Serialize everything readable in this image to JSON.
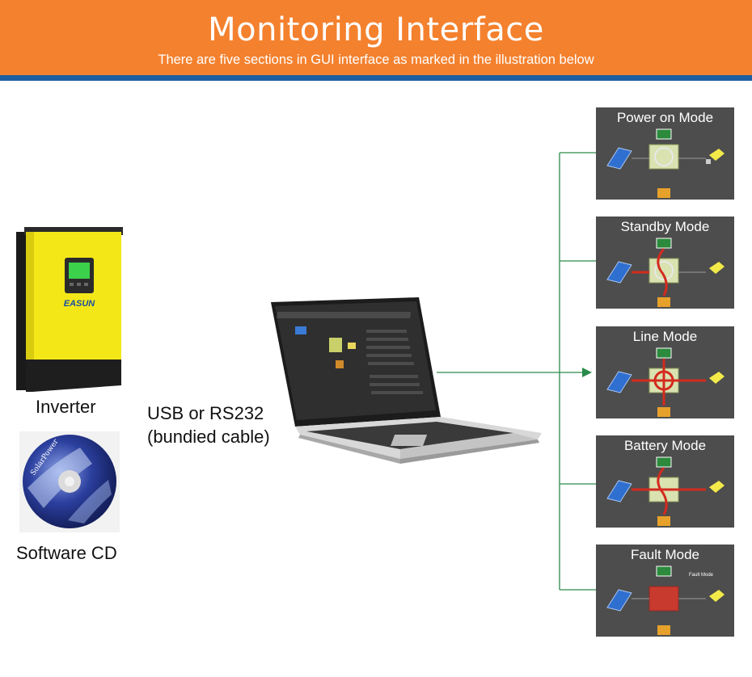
{
  "header": {
    "title": "Monitoring Interface",
    "subtitle": "There are five sections in GUI interface as marked in the illustration below",
    "bg_color": "#f4812e",
    "line_color": "#1d5fa3"
  },
  "devices": {
    "inverter_label": "Inverter",
    "inverter_brand": "EASUN",
    "cd_label": "Software CD",
    "cd_disc_text": "SolarPower",
    "cable_line1": "USB or RS232",
    "cable_line2": "(bundied cable)"
  },
  "modes": [
    {
      "title": "Power on Mode"
    },
    {
      "title": "Standby Mode"
    },
    {
      "title": "Line Mode"
    },
    {
      "title": "Battery Mode"
    },
    {
      "title": "Fault Mode",
      "note": "Fault Mode"
    }
  ],
  "connector_color": "#2a8a4a",
  "flow_color": "#d42a1e"
}
